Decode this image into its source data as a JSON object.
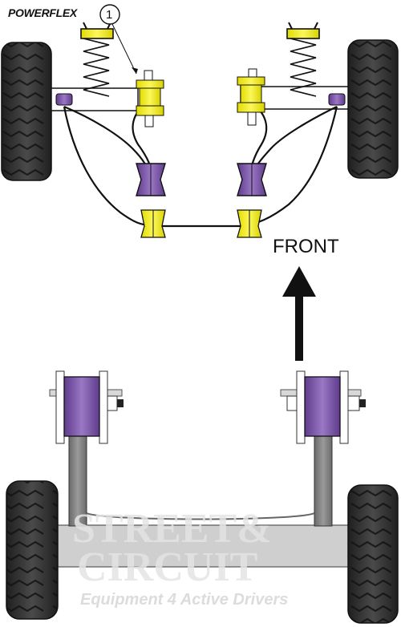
{
  "brand": {
    "logo_text": "POWERFLEX"
  },
  "callout": {
    "number": "1"
  },
  "direction": {
    "label": "FRONT"
  },
  "watermark": {
    "line1": "STREET&",
    "line2": "CIRCUIT",
    "tagline": "Equipment 4 Active Drivers"
  },
  "colors": {
    "bush_yellow": "#f5f01e",
    "bush_purple": "#7a52a8",
    "tyre_dark": "#2f2f2f",
    "arm_grey": "#7d7d7d"
  }
}
